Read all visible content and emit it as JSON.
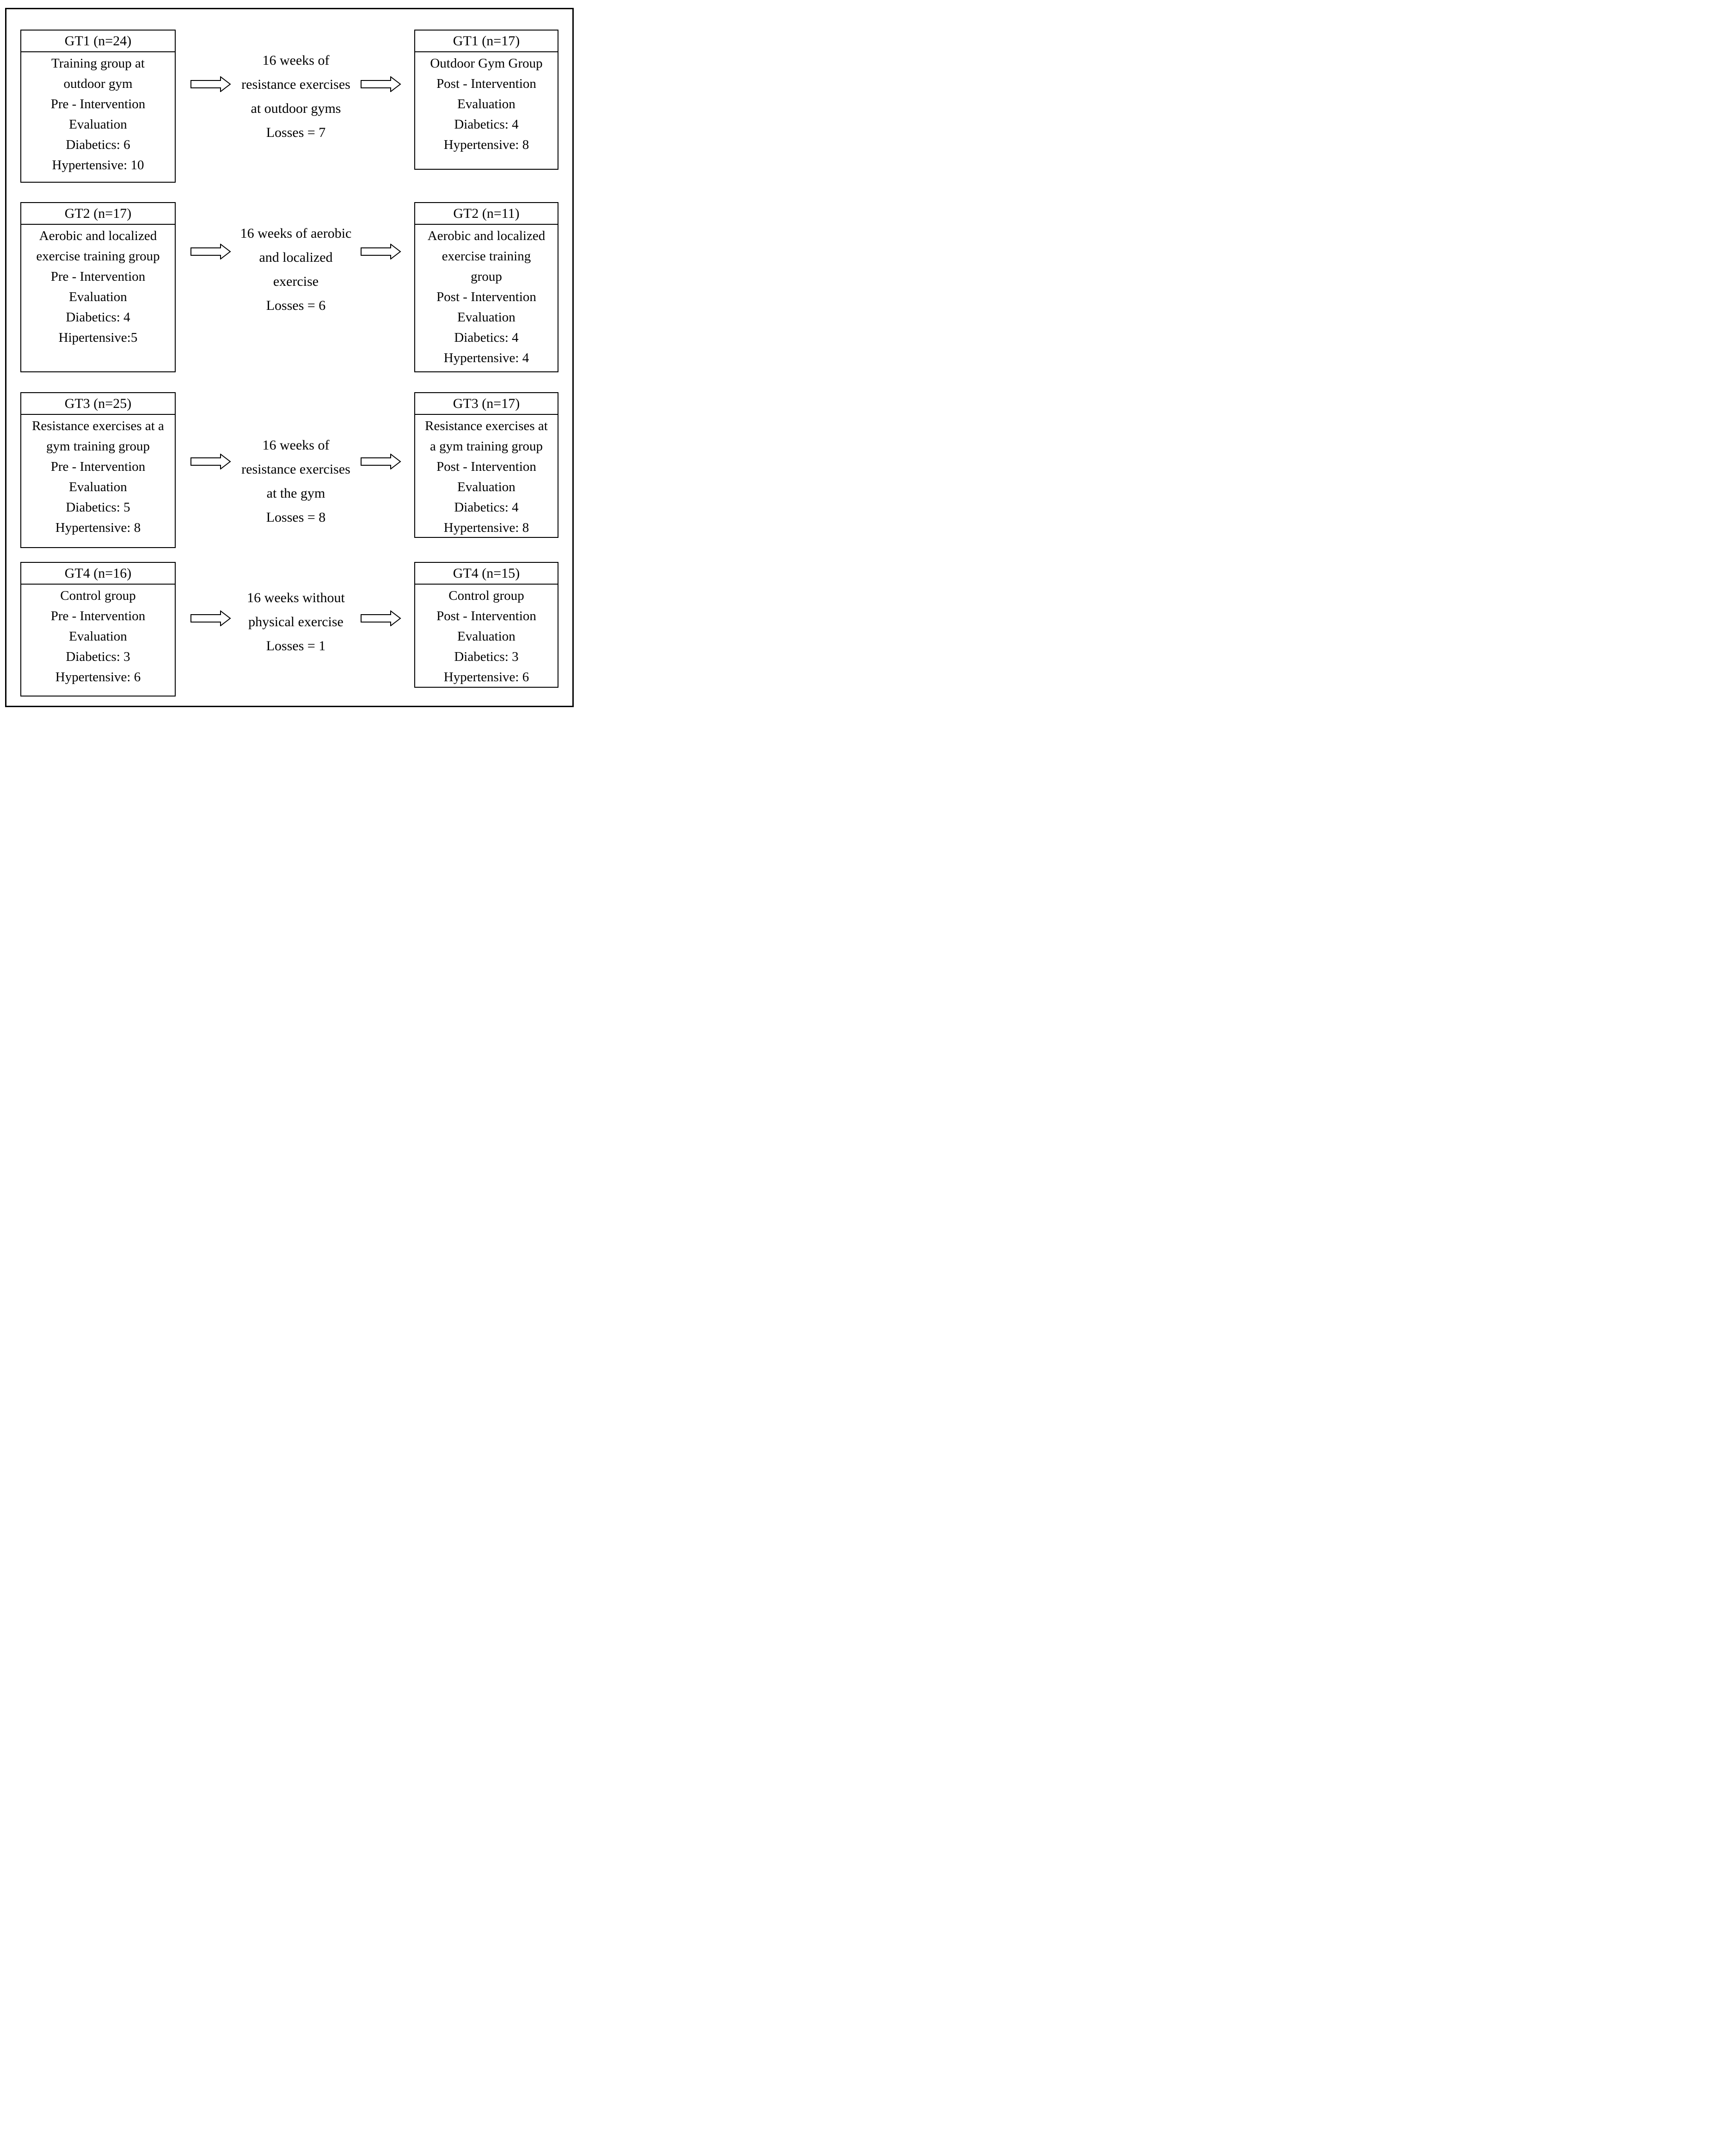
{
  "figure": {
    "rows": [
      {
        "left": {
          "title": "GT1 (n=24)",
          "lines": [
            "Training group at",
            "outdoor gym",
            "Pre - Intervention",
            "Evaluation",
            "Diabetics: 6",
            "Hypertensive: 10"
          ]
        },
        "process": [
          "16 weeks of",
          "resistance exercises",
          "at outdoor gyms",
          "Losses = 7"
        ],
        "right": {
          "title": "GT1 (n=17)",
          "lines": [
            "Outdoor Gym Group",
            "Post - Intervention",
            "Evaluation",
            "Diabetics: 4",
            "Hypertensive: 8"
          ]
        }
      },
      {
        "left": {
          "title": "GT2 (n=17)",
          "lines": [
            "Aerobic and localized",
            "exercise training group",
            "Pre - Intervention",
            "Evaluation",
            "Diabetics: 4",
            "Hipertensive:5"
          ]
        },
        "process": [
          "16 weeks of aerobic",
          "and localized",
          "exercise",
          "Losses = 6"
        ],
        "right": {
          "title": "GT2 (n=11)",
          "lines": [
            "Aerobic and localized",
            "exercise training",
            "group",
            "Post - Intervention",
            "Evaluation",
            "Diabetics: 4",
            "Hypertensive: 4"
          ]
        }
      },
      {
        "left": {
          "title": "GT3 (n=25)",
          "lines": [
            "Resistance exercises at a",
            "gym training group",
            "Pre - Intervention",
            "Evaluation",
            "Diabetics: 5",
            "Hypertensive: 8"
          ]
        },
        "process": [
          "16 weeks of",
          "resistance exercises",
          "at the gym",
          "Losses = 8"
        ],
        "right": {
          "title": "GT3 (n=17)",
          "lines": [
            "Resistance exercises at",
            "a gym training group",
            "Post - Intervention",
            "Evaluation",
            "Diabetics: 4",
            "Hypertensive: 8"
          ]
        }
      },
      {
        "left": {
          "title": "GT4 (n=16)",
          "lines": [
            "Control group",
            "Pre - Intervention",
            "Evaluation",
            "Diabetics: 3",
            "Hypertensive: 6"
          ]
        },
        "process": [
          "16 weeks without",
          "physical exercise",
          "Losses = 1"
        ],
        "right": {
          "title": "GT4 (n=15)",
          "lines": [
            "Control group",
            "Post - Intervention",
            "Evaluation",
            "Diabetics: 3",
            "Hypertensive: 6"
          ]
        }
      }
    ]
  },
  "colors": {
    "line": "#000000",
    "background": "#ffffff"
  }
}
